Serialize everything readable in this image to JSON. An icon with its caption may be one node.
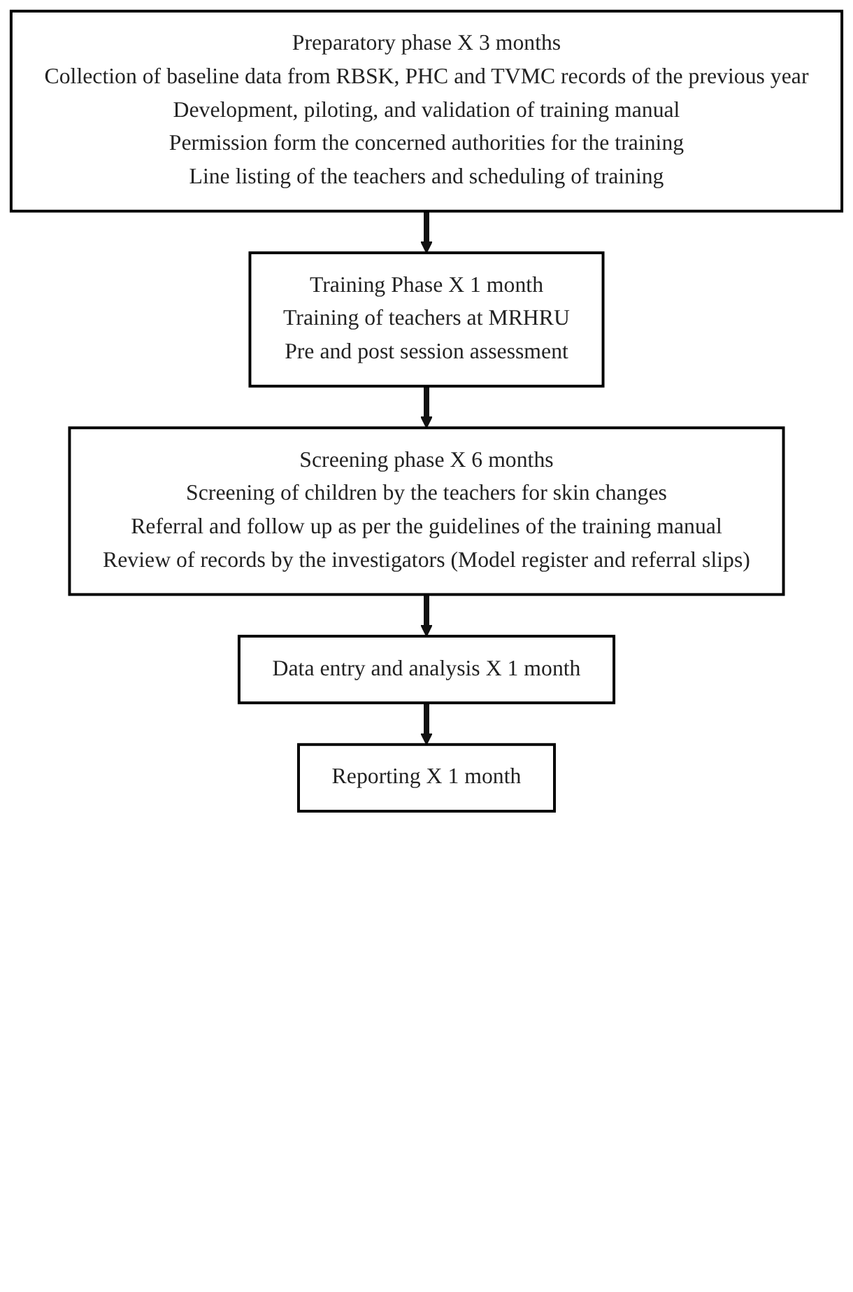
{
  "diagram": {
    "nodes": [
      {
        "text": [
          "Preparatory phase X 3 months",
          "Collection of baseline data from RBSK, PHC and TVMC records of the previous year",
          "Development, piloting, and validation of training manual",
          "Permission form the concerned authorities for the training",
          "Line listing of the teachers and scheduling of training"
        ]
      },
      {
        "text": [
          "Training Phase X 1 month",
          "Training of teachers at MRHRU",
          "Pre and post session assessment"
        ]
      },
      {
        "text": [
          "Screening phase X 6 months",
          "Screening of children by the teachers for skin changes",
          "Referral and follow up as per the guidelines of the training manual",
          "Review of records by the investigators (Model register and referral slips)"
        ]
      },
      {
        "text": [
          "Data entry and analysis X 1 month"
        ]
      },
      {
        "text": [
          "Reporting X 1 month"
        ]
      }
    ],
    "edges": [
      {
        "from": 0,
        "to": 1,
        "arrow": "to"
      },
      {
        "from": 1,
        "to": 2,
        "arrow": "to"
      },
      {
        "from": 2,
        "to": 3,
        "arrow": "to"
      },
      {
        "from": 3,
        "to": 4,
        "arrow": "to"
      }
    ]
  }
}
